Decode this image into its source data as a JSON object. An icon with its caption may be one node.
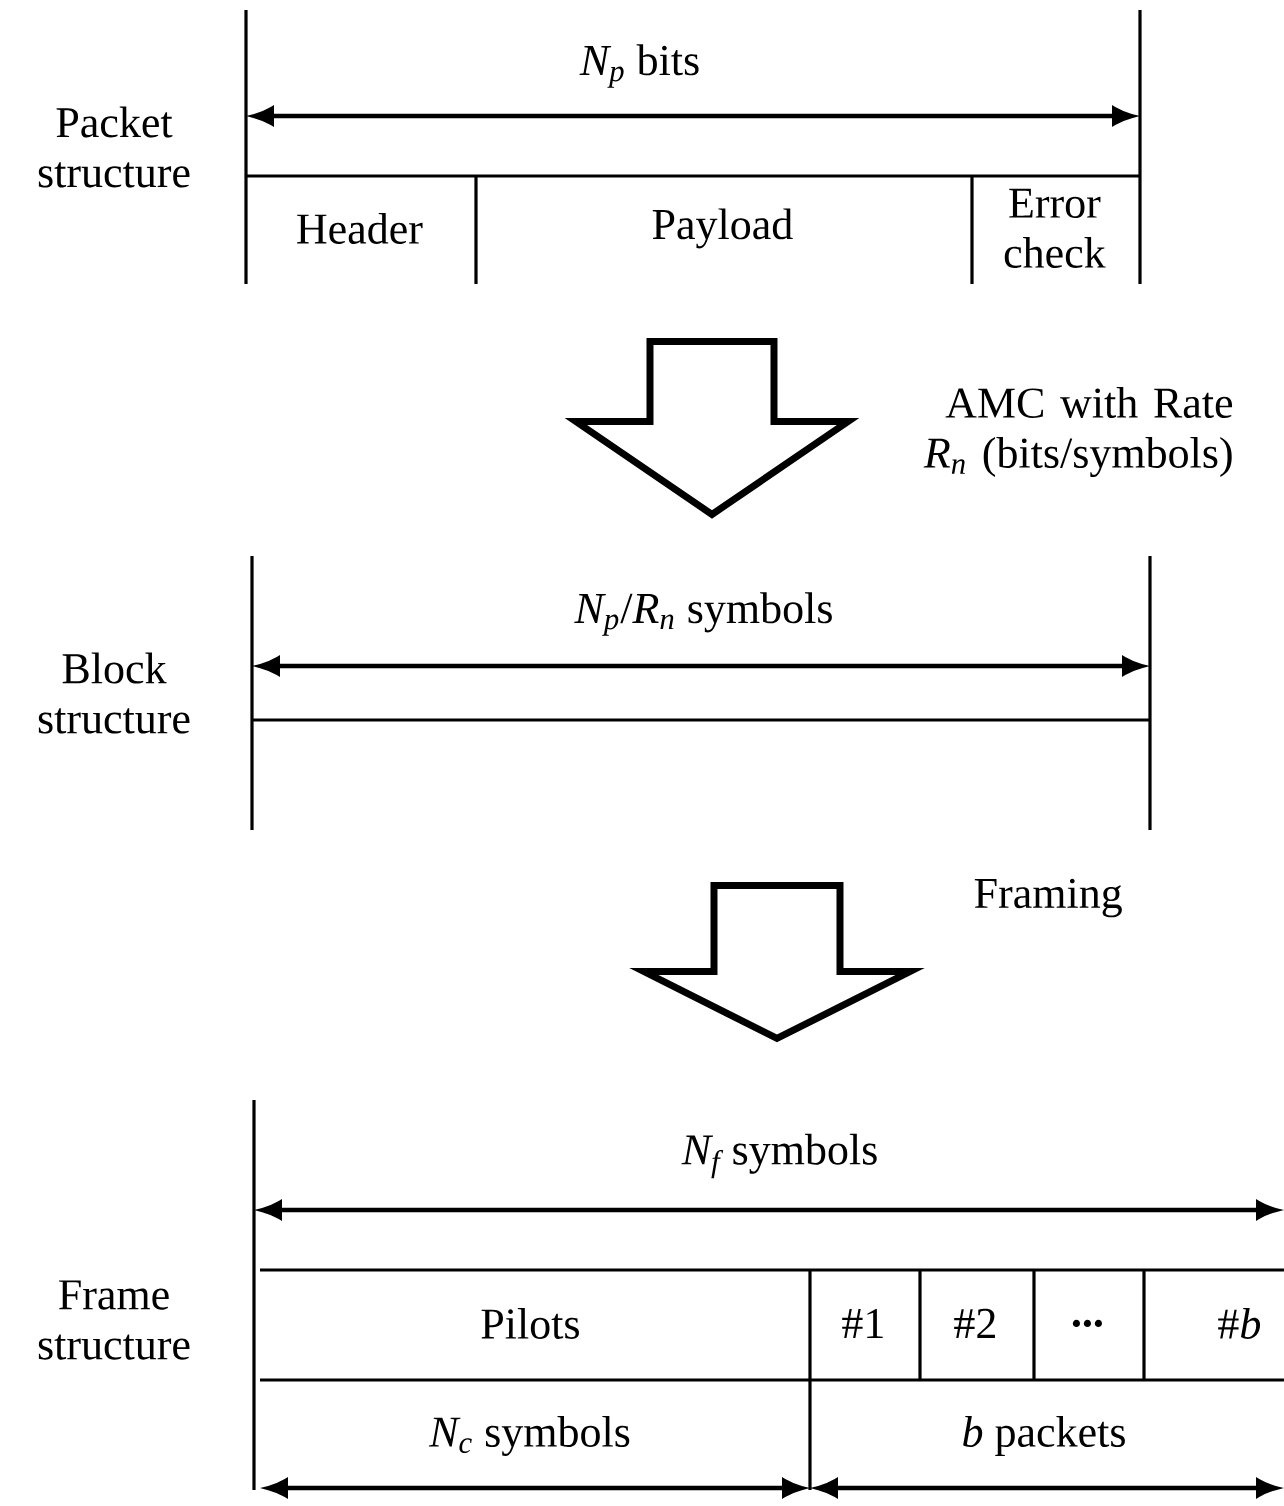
{
  "diagram": {
    "nodes": [
      {
        "text": [
          "Packet structure"
        ]
      },
      {
        "text": [
          "Header"
        ],
        "in": 0
      },
      {
        "text": [
          "Payload"
        ],
        "in": 0
      },
      {
        "text": [
          "Error check"
        ],
        "in": 0
      },
      {
        "text": [
          "Block structure"
        ]
      },
      {
        "text": [
          "Frame structure"
        ]
      },
      {
        "text": [
          "Pilots"
        ],
        "in": 5
      },
      {
        "text": [
          "#1"
        ],
        "in": 5
      },
      {
        "text": [
          "#2"
        ],
        "in": 5
      },
      {
        "text": [
          "..."
        ],
        "in": 5
      },
      {
        "text": [
          "#*b*"
        ],
        "in": 5
      }
    ],
    "edges": [
      {
        "from": 0,
        "to": 4,
        "arrow": "to",
        "label": "AMC with Rate *R$_{n}$* (bits/symbols)"
      },
      {
        "from": 4,
        "to": 5,
        "arrow": "to",
        "label": "Framing"
      }
    ],
    "labels": [
      "*N$_{p}$* bits",
      "*N$_{p}$*/*R$_{n}$* symbols",
      "*N$_{f}$* symbols",
      "*N$_{c}$* symbols",
      "*b* packets"
    ]
  }
}
